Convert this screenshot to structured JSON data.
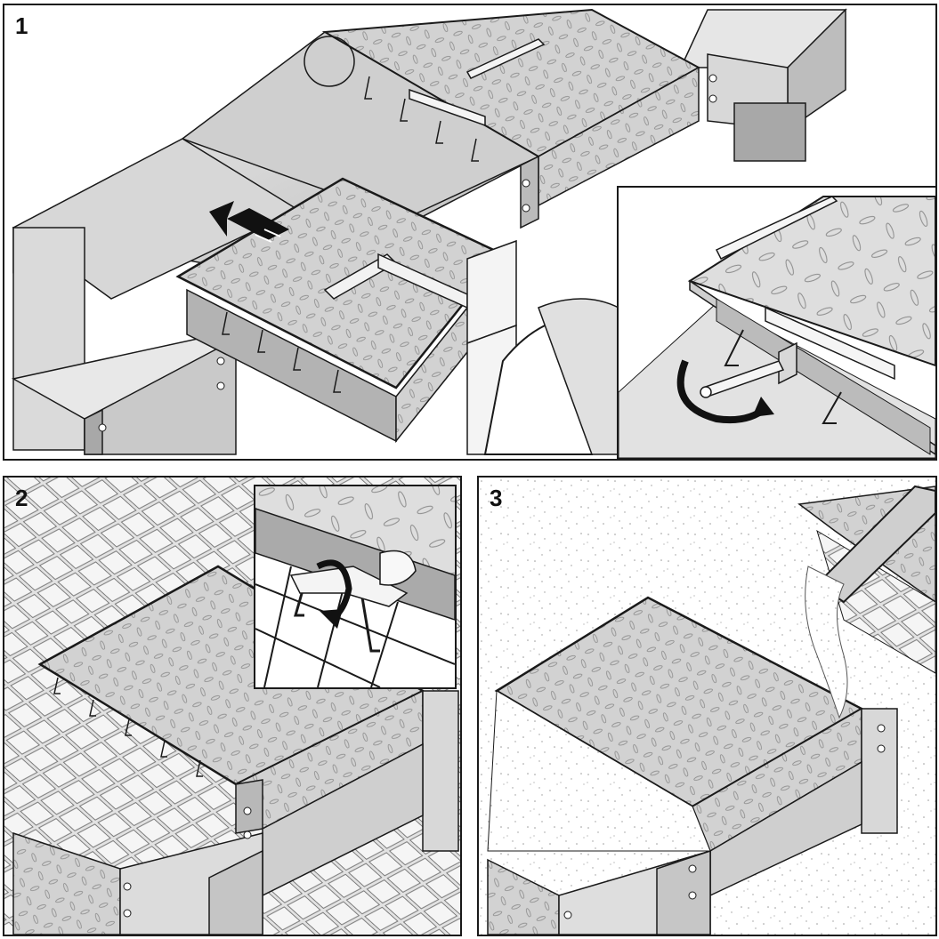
{
  "steps": [
    {
      "number": "1"
    },
    {
      "number": "2"
    },
    {
      "number": "3"
    }
  ],
  "icons": {
    "direction_arrow": "push-arrow-icon",
    "rotation_arrow": "rotate-arrow-icon",
    "bend_arrow": "bend-arrow-icon"
  },
  "colors": {
    "outline": "#1a1a1a",
    "steel_plate": "#cfcfcf",
    "concrete_light": "#e4e4e4",
    "concrete_mid": "#bdbdbd",
    "concrete_dark": "#8f8f8f"
  }
}
